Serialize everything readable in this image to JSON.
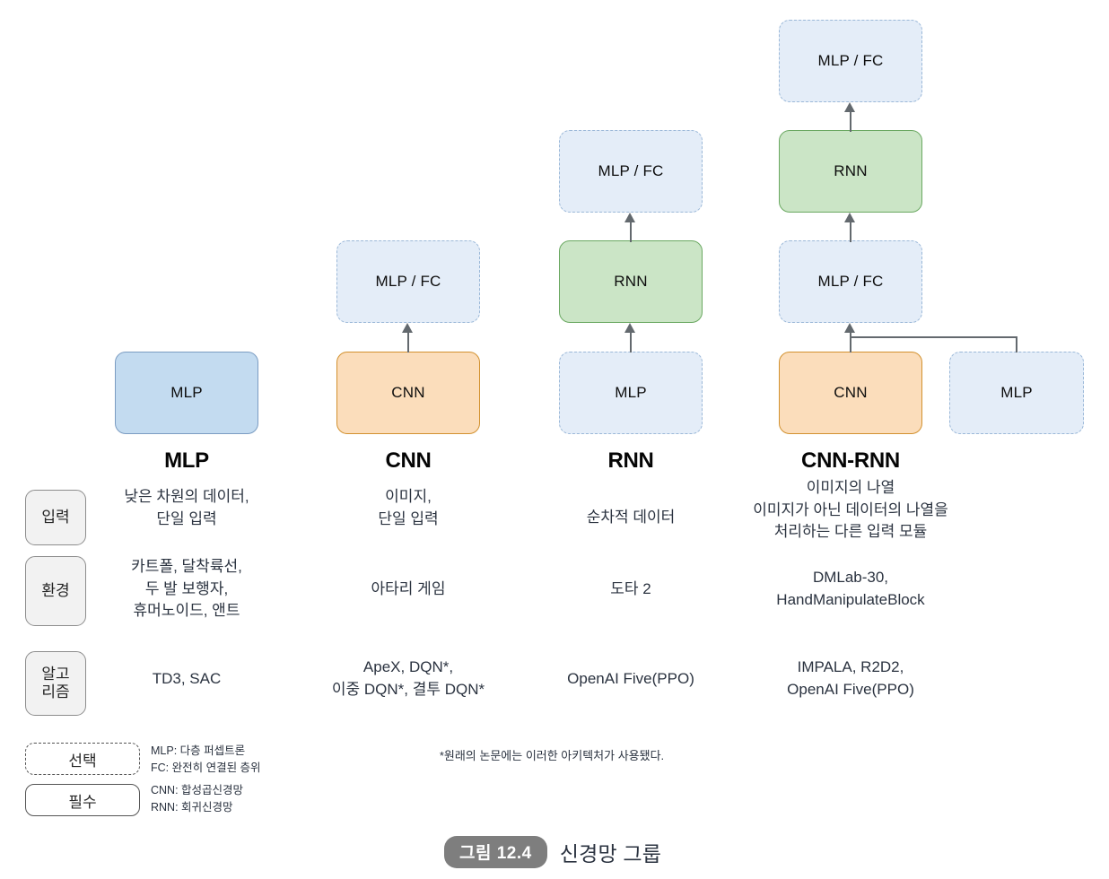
{
  "figure": {
    "badge": "그림 12.4",
    "caption": "신경망 그룹"
  },
  "columns": [
    {
      "key": "mlp",
      "title": "MLP",
      "stack": [
        {
          "label": "MLP",
          "style": "required-blue"
        }
      ],
      "input": "낮은 차원의 데이터,\n단일 입력",
      "env": "카트폴, 달착륙선,\n두 발 보행자,\n휴머노이드, 앤트",
      "algo": "TD3, SAC"
    },
    {
      "key": "cnn",
      "title": "CNN",
      "stack": [
        {
          "label": "MLP / FC",
          "style": "optional"
        },
        {
          "label": "CNN",
          "style": "required-orange"
        }
      ],
      "input": "이미지,\n단일 입력",
      "env": "아타리 게임",
      "algo": "ApeX, DQN*,\n이중 DQN*, 결투 DQN*"
    },
    {
      "key": "rnn",
      "title": "RNN",
      "stack": [
        {
          "label": "MLP / FC",
          "style": "optional"
        },
        {
          "label": "RNN",
          "style": "required-green"
        },
        {
          "label": "MLP",
          "style": "optional"
        }
      ],
      "input": "순차적 데이터",
      "env": "도타 2",
      "algo": "OpenAI Five(PPO)"
    },
    {
      "key": "cnn-rnn",
      "title": "CNN-RNN",
      "stack": [
        {
          "label": "MLP / FC",
          "style": "optional"
        },
        {
          "label": "RNN",
          "style": "required-green"
        },
        {
          "label": "MLP / FC",
          "style": "optional"
        },
        {
          "label": "CNN",
          "style": "required-orange"
        }
      ],
      "side_node": {
        "label": "MLP",
        "style": "optional"
      },
      "input": "이미지의 나열\n이미지가 아닌 데이터의 나열을\n처리하는 다른 입력 모듈",
      "env": "DMLab-30,\nHandManipulateBlock",
      "algo": "IMPALA, R2D2,\nOpenAI Five(PPO)"
    }
  ],
  "rows": [
    {
      "key": "input",
      "label": "입력"
    },
    {
      "key": "env",
      "label": "환경"
    },
    {
      "key": "algo",
      "label": "알고\n리즘"
    }
  ],
  "legend": {
    "optional_label": "선택",
    "required_label": "필수",
    "optional_desc": "MLP: 다층 퍼셉트론\nFC: 완전히 연결된 층위",
    "required_desc": "CNN: 합성곱신경망\nRNN: 회귀신경망"
  },
  "footnote": "*원래의 논문에는 이러한 아키텍처가 사용됐다.",
  "colors": {
    "optional_fill": "#e4edf8",
    "optional_border": "#9bb8d8",
    "required_blue_fill": "#c3dbf0",
    "required_blue_border": "#7b9cc2",
    "required_orange_fill": "#fbddbb",
    "required_orange_border": "#d2912f",
    "required_green_fill": "#cbe5c6",
    "required_green_border": "#6aa861",
    "connector": "#63696e",
    "badge_bg": "#7e7e7e"
  }
}
